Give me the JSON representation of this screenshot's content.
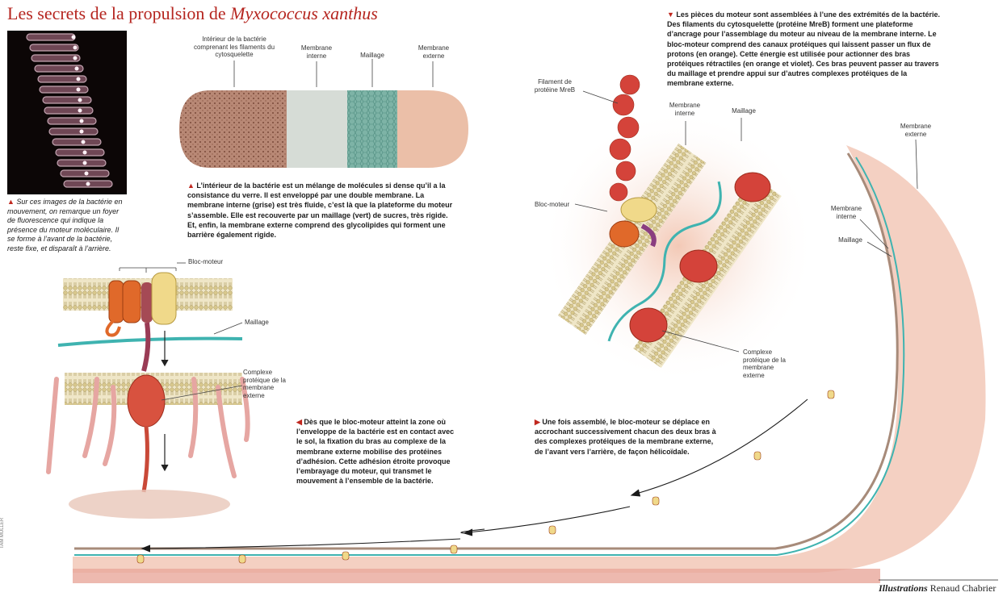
{
  "title": {
    "prefix": "Les secrets de la propulsion de ",
    "species": "Myxococcus xanthus"
  },
  "micro_caption": "Sur ces images de la bactérie en mouvement, on remarque un foyer de fluorescence qui indique la présence du moteur moléculaire. Il se forme à l’avant de la bactérie, reste fixe, et disparaît à l’arrière.",
  "cell_labels": {
    "interior": "Intérieur de la bactérie comprenant les filaments du cytosquelette",
    "inner_membrane": "Membrane interne",
    "mesh": "Maillage",
    "outer_membrane": "Membrane externe"
  },
  "cell_caption": "L’intérieur de la bactérie est un mélange de molécules si dense qu’il a la consistance du verre. Il est enveloppé par une double membrane. La membrane interne (grise) est très fluide, c’est là que la plateforme du moteur s’assemble. Elle est recouverte par un maillage (vert) de sucres, très rigide. Et, enfin, la membrane externe comprend des glycolipides qui forment une barrière également rigide.",
  "motor_labels": {
    "motor": "Bloc-moteur",
    "mesh": "Maillage",
    "complex": "Complexe protéique de la membrane externe"
  },
  "top_right_caption": "Les pièces du moteur sont assemblées à l’une des extrémités de la bactérie. Des filaments du cytosquelette (protéine MreB) forment une plateforme d’ancrage pour l’assemblage du moteur au niveau de la membrane interne. Le bloc-moteur comprend des canaux protéiques qui laissent passer un flux de protons (en orange). Cette énergie est utilisée pour actionner des bras protéiques rétractiles (en orange et violet). Ces bras peuvent passer au travers du maillage et prendre appui sur d’autres complexes protéiques de la membrane externe.",
  "zoom_labels": {
    "mreb": "Filament de protéine MreB",
    "inner_membrane": "Membrane interne",
    "mesh": "Maillage",
    "motor": "Bloc-moteur",
    "complex": "Complexe protéique de la membrane externe"
  },
  "arc_labels": {
    "outer": "Membrane externe",
    "inner": "Membrane interne",
    "mesh": "Maillage"
  },
  "adhesion_caption": "Dès que le bloc-moteur atteint la zone où l’enveloppe de la bactérie est en contact avec le sol, la fixation du bras au complexe de la membrane externe mobilise des protéines d’adhésion. Cette adhésion étroite provoque l’embrayage du moteur, qui transmet le mouvement à l’ensemble de la bactérie.",
  "movement_caption": "Une fois assemblé, le bloc-moteur se déplace en accrochant successivement chacun des deux bras à des complexes protéiques de la membrane externe, de l’avant vers l’arrière, de façon hélicoïdale.",
  "credit": {
    "role": "Illustrations",
    "name": "Renaud Chabrier"
  },
  "side_credit": "TAM MÜLLER",
  "colors": {
    "title": "#b5251f",
    "mesh": "#3fb3b0",
    "outer": "#e7a592",
    "motor_orange": "#e0692a",
    "motor_yellow": "#f0d98a",
    "complex_red": "#d8523f"
  }
}
